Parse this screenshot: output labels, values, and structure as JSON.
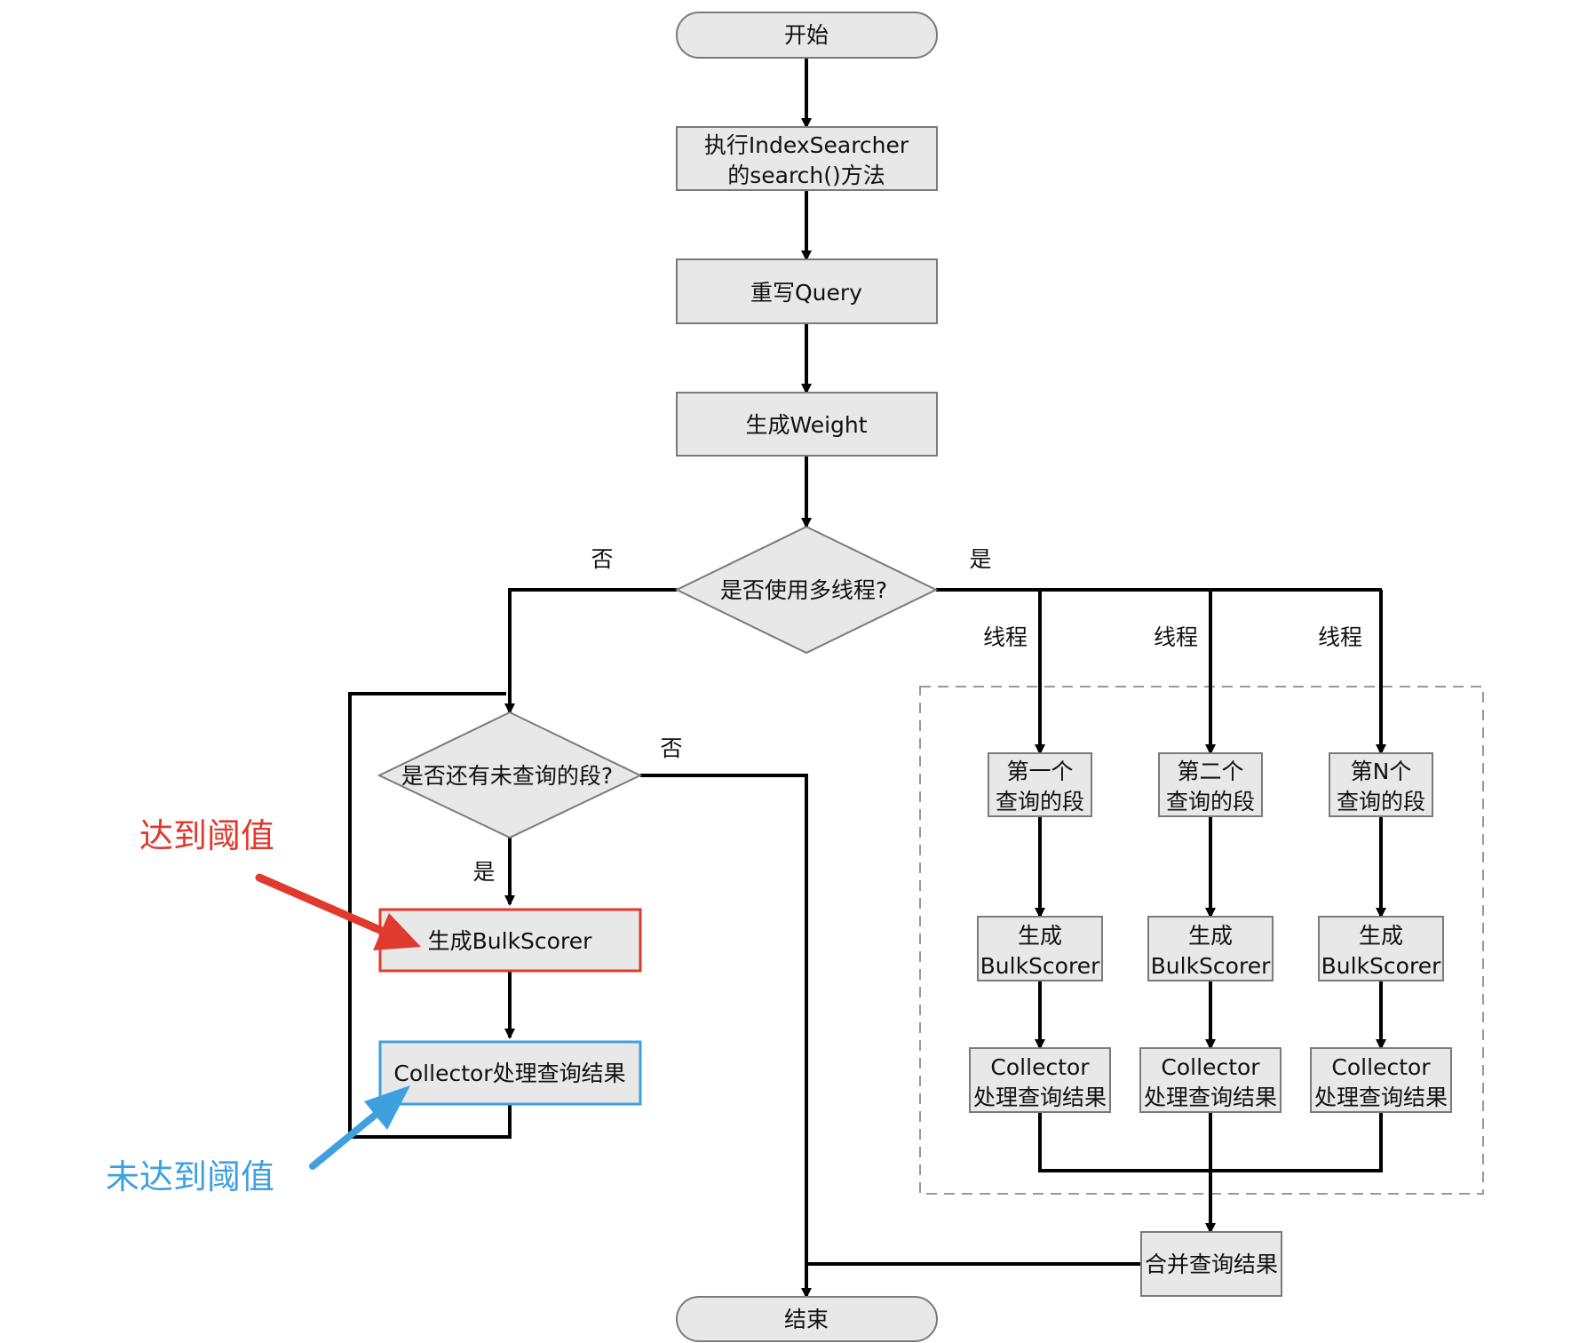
{
  "nodes": {
    "start": "开始",
    "exec_1": "执行IndexSearcher",
    "exec_2": "的search()方法",
    "rewrite": "重写Query",
    "weight": "生成Weight",
    "multithread": "是否使用多线程?",
    "remaining": "是否还有未查询的段?",
    "bulkscorer": "生成BulkScorer",
    "collector": "Collector处理查询结果",
    "seg1_1": "第一个",
    "seg2_1": "第二个",
    "segN_1": "第N个",
    "seg_2": "查询的段",
    "gen": "生成",
    "bulk": "BulkScorer",
    "coll_1": "Collector",
    "coll_2": "处理查询结果",
    "merge": "合并查询结果",
    "end": "结束"
  },
  "edge_labels": {
    "no": "否",
    "yes": "是",
    "thread": "线程"
  },
  "annotations": {
    "threshold_reached": "达到阈值",
    "threshold_not_reached": "未达到阈值"
  },
  "colors": {
    "box_fill": "#e8e8e8",
    "box_stroke": "#7a7a7a",
    "red_accent": "#e03a2f",
    "blue_accent": "#3fa0e0"
  }
}
